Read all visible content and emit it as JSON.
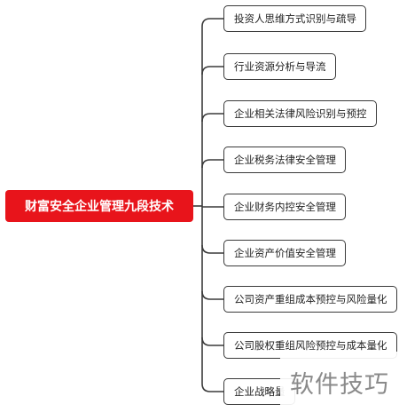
{
  "root": {
    "label": "财富安全企业管理九段技术"
  },
  "branches": [
    {
      "label": "投资人思维方式识别与疏导"
    },
    {
      "label": "行业资源分析与导流"
    },
    {
      "label": "企业相关法律风险识别与预控"
    },
    {
      "label": "企业税务法律安全管理"
    },
    {
      "label": "企业财务内控安全管理"
    },
    {
      "label": "企业资产价值安全管理"
    },
    {
      "label": "公司资产重组成本预控与风险量化"
    },
    {
      "label": "公司股权重组风险预控与成本量化"
    },
    {
      "label": "企业战略量"
    }
  ],
  "watermark": {
    "text": "软件技巧"
  },
  "colors": {
    "root_fill": "#e8141b",
    "connector": "#3a3a3a",
    "node_border": "#3a3a3a"
  }
}
